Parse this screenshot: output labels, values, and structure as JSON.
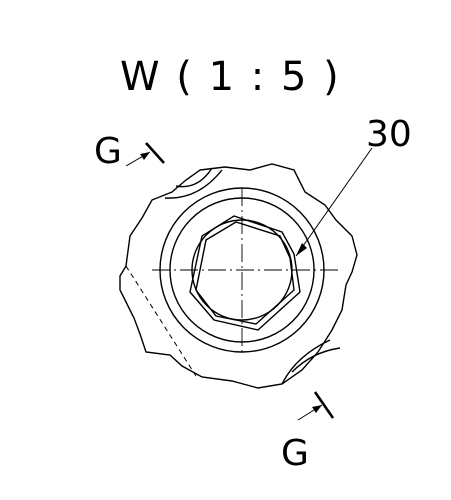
{
  "view": {
    "title": "W ( 1 : 5 )",
    "callout": "30",
    "section_top": "G",
    "section_bottom": "G"
  },
  "colors": {
    "ink": "#000000",
    "paper": "#ffffff"
  }
}
